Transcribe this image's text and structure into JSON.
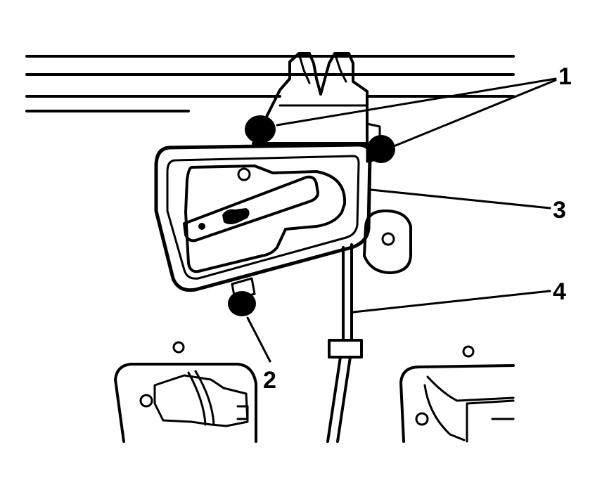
{
  "figure": {
    "callouts": [
      {
        "id": "1",
        "label": "1"
      },
      {
        "id": "2",
        "label": "2"
      },
      {
        "id": "3",
        "label": "3"
      },
      {
        "id": "4",
        "label": "4"
      }
    ]
  },
  "colors": {
    "line": "#000000",
    "background": "#ffffff"
  }
}
